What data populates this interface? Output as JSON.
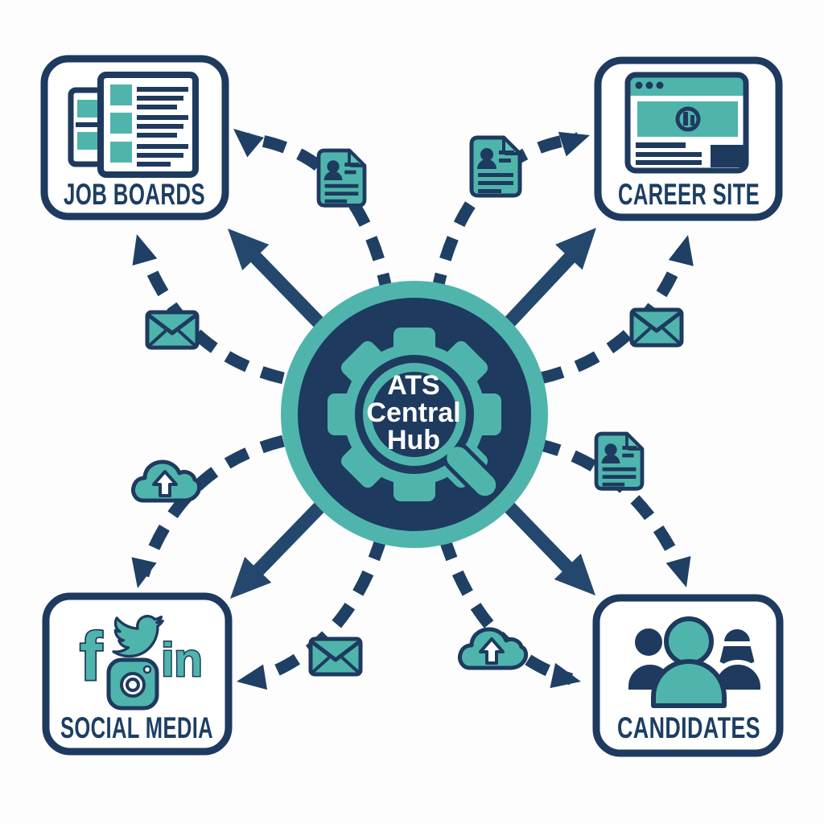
{
  "diagram": {
    "title": "ATS Central Hub integration diagram",
    "background_color": "#FDFDFD",
    "colors": {
      "teal": "#4FB5AC",
      "teal_light": "#5EC2B9",
      "navy": "#1E3A5F",
      "arrow_navy": "#24476D",
      "dashed_navy": "#1F4064",
      "label_navy": "#1C3E63",
      "white": "#FFFFFF"
    },
    "hub": {
      "name": "ATS Central Hub",
      "label_lines": [
        "ATS",
        "Central",
        "Hub"
      ],
      "icons": [
        "gear-icon",
        "magnifier-icon"
      ]
    },
    "nodes": [
      {
        "id": "job-boards",
        "label": "JOB BOARDS",
        "position": "top-left",
        "icon": "job-listings-icon"
      },
      {
        "id": "career-site",
        "label": "CAREER SITE",
        "position": "top-right",
        "icon": "website-browser-icon"
      },
      {
        "id": "social-media",
        "label": "SOCIAL MEDIA",
        "position": "bottom-left",
        "icon": "social-networks-icon"
      },
      {
        "id": "candidates",
        "label": "CANDIDATES",
        "position": "bottom-right",
        "icon": "people-group-icon"
      }
    ],
    "social_glyphs": {
      "facebook": "f",
      "linkedin": "in"
    },
    "connectors": {
      "solid_arrows": [
        "hub-to-job-boards",
        "hub-to-career-site",
        "hub-to-social-media",
        "hub-to-candidates"
      ],
      "dashed_flows": [
        {
          "to": "job-boards",
          "icon": "resume-document-icon"
        },
        {
          "to": "job-boards",
          "icon": "envelope-icon"
        },
        {
          "to": "career-site",
          "icon": "resume-document-icon"
        },
        {
          "to": "career-site",
          "icon": "envelope-icon"
        },
        {
          "to": "social-media",
          "icon": "cloud-upload-icon"
        },
        {
          "to": "social-media",
          "icon": "envelope-icon"
        },
        {
          "to": "candidates",
          "icon": "cloud-upload-icon"
        },
        {
          "to": "candidates",
          "icon": "resume-document-icon"
        }
      ]
    }
  }
}
